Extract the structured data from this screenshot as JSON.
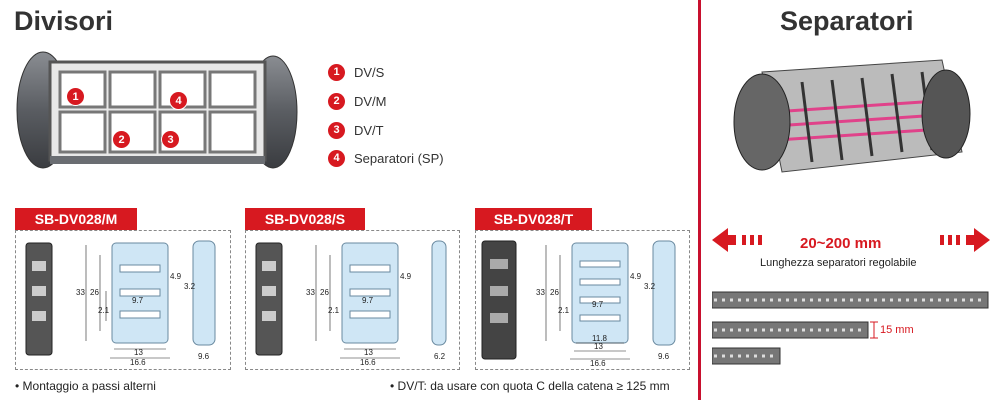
{
  "left_title": "Divisori",
  "right_title": "Separatori",
  "legend": [
    {
      "num": "1",
      "label": "DV/S"
    },
    {
      "num": "2",
      "label": "DV/M"
    },
    {
      "num": "3",
      "label": "DV/T"
    },
    {
      "num": "4",
      "label": "Separatori (SP)"
    }
  ],
  "photo_badges": [
    "1",
    "2",
    "3",
    "4"
  ],
  "panels": [
    {
      "title": "SB-DV028/M",
      "dims": [
        "33",
        "26",
        "2.1",
        "9.7",
        "4.9",
        "13",
        "16.6",
        "3.2",
        "9.6"
      ]
    },
    {
      "title": "SB-DV028/S",
      "dims": [
        "33",
        "26",
        "2.1",
        "9.7",
        "4.9",
        "13",
        "16.6",
        "6.2"
      ]
    },
    {
      "title": "SB-DV028/T",
      "dims": [
        "33",
        "26",
        "2.1",
        "9.7",
        "4.9",
        "11.8",
        "13",
        "16.6",
        "3.2",
        "9.6"
      ]
    }
  ],
  "notes": {
    "left": "• Montaggio a passi alterni",
    "right": "• DV/T: da usare con quota C della catena ≥ 125 mm"
  },
  "separator": {
    "range": "20~200 mm",
    "range_caption": "Lunghezza separatori regolabile",
    "height_label": "15 mm"
  },
  "colors": {
    "accent": "#d71920",
    "divider": "#c8102e",
    "part_fill": "#cfe6f5"
  }
}
